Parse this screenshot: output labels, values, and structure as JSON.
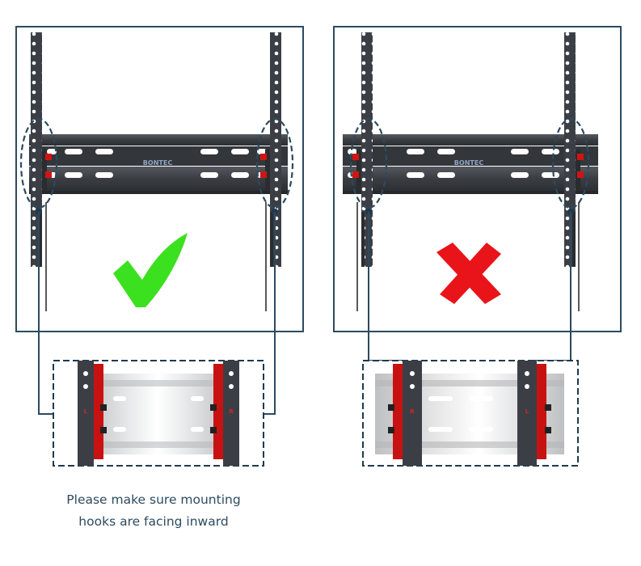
{
  "brand_label": "BONTEC",
  "caption": {
    "line1": "Please make sure mounting",
    "line2": "hooks are facing inward"
  },
  "hook_labels": {
    "correct_left": "L",
    "correct_right": "R",
    "wrong_left": "R",
    "wrong_right": "L"
  },
  "icons": {
    "correct": "checkmark-icon",
    "wrong": "cross-icon"
  },
  "colors": {
    "frame": "#2d4a5f",
    "bracket": "#3b3f45",
    "hook_red": "#d01414",
    "check_green": "#3be01e",
    "cross_red": "#e8141a"
  }
}
